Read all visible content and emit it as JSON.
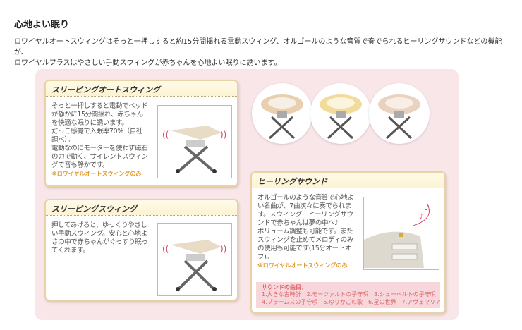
{
  "title": "心地よい眠り",
  "intro": [
    "ロワイヤルオートスウィングはそっと一押しすると約15分間揺れる電動スウィング、オルゴールのような音質で奏でられるヒーリングサウンドなどの機能が、",
    "ロワイヤルプラスはやさしい手動スウィングが赤ちゃんを心地よい眠りに誘います。"
  ],
  "features": [
    {
      "heading": "スリーピングオートスウィング",
      "lines": [
        "そっと一押しすると電動でベッド",
        "が静かに15分間揺れ、赤ちゃん",
        "を快適な眠りに誘います。",
        "だっこ感覚で入眠率70%（自社",
        "調べ）。",
        "電動なのにモーターを使わず磁石",
        "の力で動く、サイレントスウィン",
        "グで音も静かです。"
      ],
      "note": "※ロワイヤルオートスウィングのみ"
    },
    {
      "heading": "スリーピングスウィング",
      "lines": [
        "押してあげると、ゆっくりやさし",
        "い手動スウィング。安心と心地よ",
        "さの中で赤ちゃんがぐっすり眠っ",
        "てくれます。"
      ]
    },
    {
      "heading": "ヒーリングサウンド",
      "lines": [
        "オルゴールのような音質で心地よ",
        "い名曲が、7曲次々に奏でられま",
        "す。スウィング＋ヒーリングサウ",
        "ンドで赤ちゃんは夢の中へ♪",
        "ボリューム調整も可能です。また",
        "スウィングを止めてメロディのみ",
        "の使用も可能です(15分オートオ",
        "フ)。"
      ],
      "note": "※ロワイヤルオートスウィングのみ",
      "songs": {
        "label": "サウンドの曲目：",
        "line1": "1.大きな古時計　2.モーツァルトの子守唄　3.シューベルトの子守唄",
        "line2": "4.ブラームスの子守唄　5.ゆりかごの歌　6.星の世界　7.アヴェマリア"
      }
    }
  ],
  "colors": {
    "panel": "#f8e6e8",
    "note": "#e39a2a",
    "songs_bg": "#f7d6dc",
    "chairs": [
      "#e8cfae",
      "#f2dc9c",
      "#e9d2c0"
    ]
  }
}
